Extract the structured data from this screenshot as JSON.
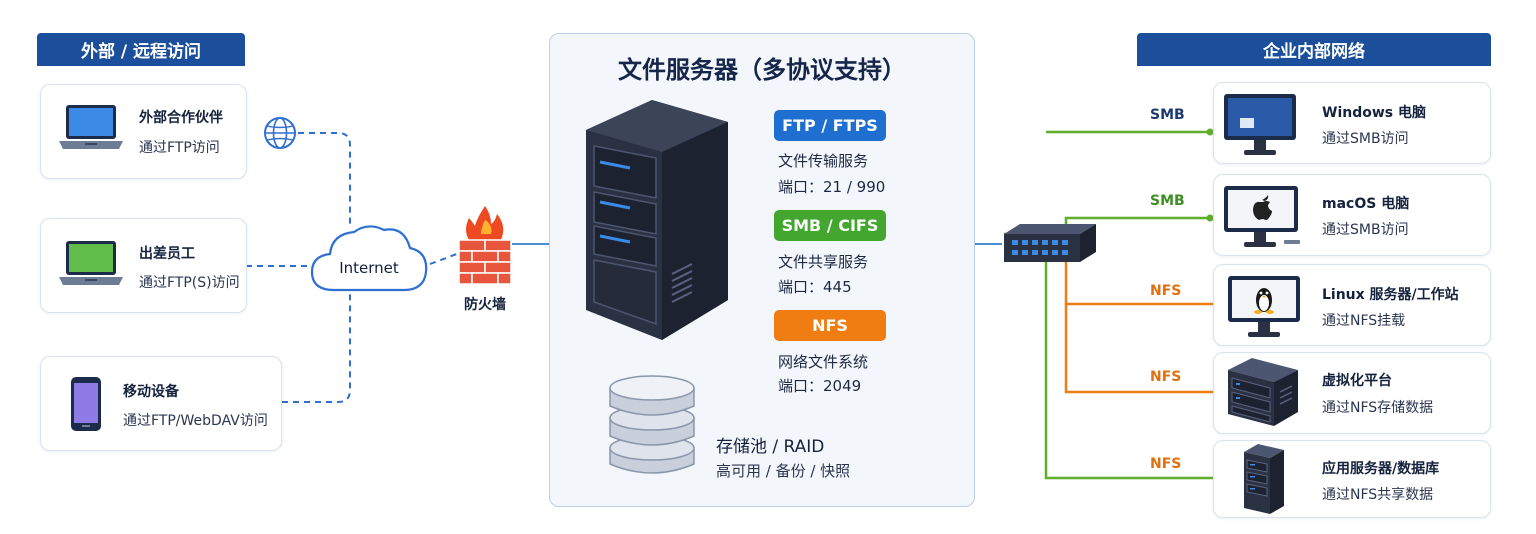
{
  "external": {
    "header": "外部 / 远程访问",
    "clients": [
      {
        "title": "外部合作伙伴",
        "subtitle": "通过FTP访问"
      },
      {
        "title": "出差员工",
        "subtitle": "通过FTP(S)访问"
      },
      {
        "title": "移动设备",
        "subtitle": "通过FTP/WebDAV访问"
      }
    ],
    "cloud_label": "Internet",
    "firewall_label": "防火墙"
  },
  "server": {
    "title": "文件服务器（多协议支持）",
    "protocols": [
      {
        "badge": "FTP / FTPS",
        "desc": "文件传输服务",
        "port": "端口：21 / 990",
        "color": "#1f6fd1"
      },
      {
        "badge": "SMB / CIFS",
        "desc": "文件共享服务",
        "port": "端口：445",
        "color": "#43a62f"
      },
      {
        "badge": "NFS",
        "desc": "网络文件系统",
        "port": "端口：2049",
        "color": "#ef7d12"
      }
    ],
    "storage": {
      "title": "存储池 / RAID",
      "subtitle": "高可用 / 备份 / 快照"
    }
  },
  "internal": {
    "header": "企业内部网络",
    "clients": [
      {
        "protocol": "SMB",
        "title": "Windows 电脑",
        "subtitle": "通过SMB访问",
        "icon": "windows-monitor-icon"
      },
      {
        "protocol": "SMB",
        "title": "macOS 电脑",
        "subtitle": "通过SMB访问",
        "icon": "apple-monitor-icon"
      },
      {
        "protocol": "NFS",
        "title": "Linux 服务器/工作站",
        "subtitle": "通过NFS挂载",
        "icon": "linux-monitor-icon"
      },
      {
        "protocol": "NFS",
        "title": "虚拟化平台",
        "subtitle": "通过NFS存储数据",
        "icon": "server-rack-icon"
      },
      {
        "protocol": "NFS",
        "title": "应用服务器/数据库",
        "subtitle": "通过NFS共享数据",
        "icon": "tower-server-icon"
      }
    ]
  },
  "colors": {
    "smb": "#5fae2b",
    "nfs": "#ef7d12",
    "ftp": "#1f6fd1",
    "header": "#1b4f9c",
    "dashed": "#2f6fd1"
  }
}
